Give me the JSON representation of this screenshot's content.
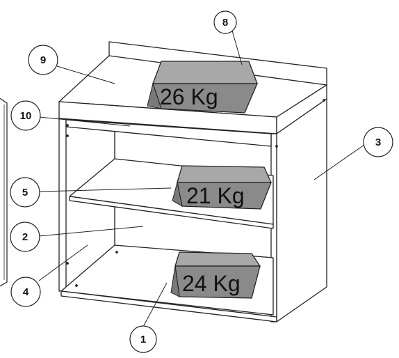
{
  "diagram": {
    "callouts": {
      "c1": "1",
      "c2": "2",
      "c3": "3",
      "c4": "4",
      "c5": "5",
      "c8": "8",
      "c9": "9",
      "c10": "10"
    },
    "weights": {
      "top": "26 Kg",
      "middle": "21 Kg",
      "bottom": "24 Kg"
    },
    "colors": {
      "weight_fill": "#8a8a8a",
      "weight_top_fill": "#a8a8a8",
      "line": "#222222"
    }
  }
}
